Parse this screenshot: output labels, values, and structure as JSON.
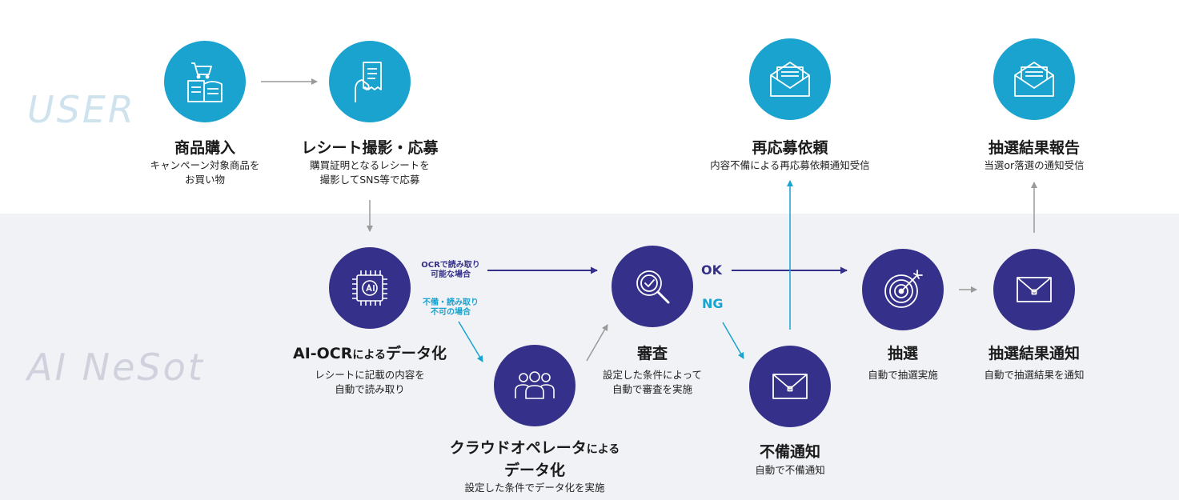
{
  "lanes": {
    "user": "USER",
    "ai": "AI NeSot"
  },
  "colors": {
    "cyan": "#1aa3cf",
    "navy": "#35318a",
    "lane_label": "#cfe3ee",
    "band": "#f1f2f6",
    "arrow_gray": "#9a9a9a"
  },
  "steps": {
    "purchase": {
      "title": "商品購入",
      "desc": [
        "キャンペーン対象商品を",
        "お買い物"
      ],
      "icon": "store-icon"
    },
    "receipt": {
      "title": "レシート撮影・応募",
      "desc": [
        "購買証明となるレシートを",
        "撮影してSNS等で応募"
      ],
      "icon": "receipt-hand-icon"
    },
    "resubmit": {
      "title": "再応募依頼",
      "desc": [
        "内容不備による再応募依頼通知受信"
      ],
      "icon": "mail-open-icon"
    },
    "report": {
      "title": "抽選結果報告",
      "desc": [
        "当選or落選の通知受信"
      ],
      "icon": "mail-open-icon"
    },
    "ocr": {
      "title_main": "AI-OCR",
      "title_small": "による",
      "title_end": "データ化",
      "desc": [
        "レシートに記載の内容を",
        "自動で読み取り"
      ],
      "icon": "ai-chip-icon"
    },
    "operator": {
      "title_main": "クラウドオペレータ",
      "title_small": "による",
      "title_line2": "データ化",
      "desc": [
        "設定した条件でデータ化を実施"
      ],
      "icon": "people-icon"
    },
    "review": {
      "title": "審査",
      "desc": [
        "設定した条件によって",
        "自動で審査を実施"
      ],
      "icon": "magnifier-check-icon"
    },
    "incomplete": {
      "title": "不備通知",
      "desc": [
        "自動で不備通知"
      ],
      "icon": "envelope-icon"
    },
    "lottery": {
      "title": "抽選",
      "desc": [
        "自動で抽選実施"
      ],
      "icon": "target-icon"
    },
    "result": {
      "title": "抽選結果通知",
      "desc": [
        "自動で抽選結果を通知"
      ],
      "icon": "envelope-icon"
    }
  },
  "branches": {
    "ocr_ok": [
      "OCRで読み取り",
      "可能な場合"
    ],
    "ocr_ng": [
      "不備・読み取り",
      "不可の場合"
    ],
    "ok": "OK",
    "ng": "NG"
  }
}
